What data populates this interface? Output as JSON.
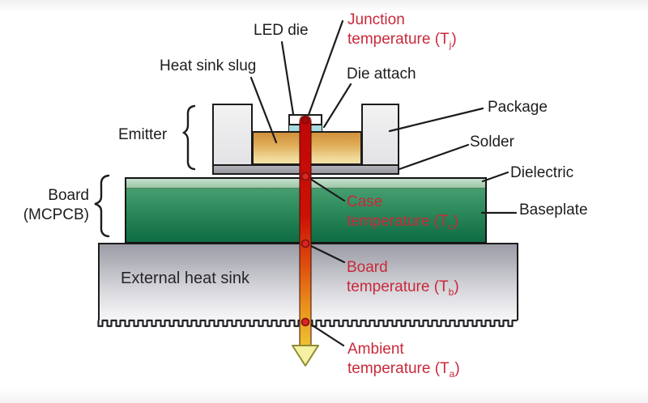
{
  "diagram": {
    "component_labels": {
      "led_die": "LED die",
      "heat_sink_slug": "Heat sink slug",
      "die_attach": "Die attach",
      "package": "Package",
      "solder": "Solder",
      "dielectric": "Dielectric",
      "baseplate": "Baseplate",
      "emitter": "Emitter",
      "board_line1": "Board",
      "board_line2": "(MCPCB)",
      "external_heat_sink": "External heat sink"
    },
    "temperature_labels": {
      "junction": {
        "line1": "Junction",
        "line2_pre": "temperature (T",
        "sub": "j",
        "line2_post": ")"
      },
      "case": {
        "line1": "Case",
        "line2_pre": "temperature (T",
        "sub": "c",
        "line2_post": ")"
      },
      "board": {
        "line1": "Board",
        "line2_pre": "temperature (T",
        "sub": "b",
        "line2_post": ")"
      },
      "ambient": {
        "line1": "Ambient",
        "line2_pre": "temperature (T",
        "sub": "a",
        "line2_post": ")"
      }
    },
    "colors": {
      "callout_red": "#c9293a",
      "arrow_gradient_top": "#c00a0a",
      "arrow_gradient_bottom": "#eedd55",
      "arrowhead_fill": "#f4f0a4",
      "board_green_light": "#54a678",
      "board_green_dark": "#0f6b43",
      "dielectric_green": "#b2d5bc",
      "slug_gold_top": "#d2923c",
      "slug_gold_bottom": "#f2e3ab",
      "die_attach_cyan": "#a9dbe2",
      "metal_gray": "#a4a4ac"
    }
  }
}
